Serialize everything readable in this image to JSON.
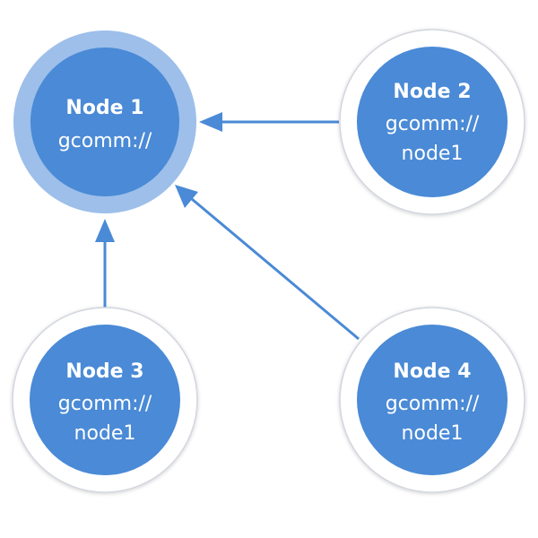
{
  "colors": {
    "node_fill": "#4a8ad6",
    "primary_ring": "#9dbfea",
    "outer_ring": "#ffffff",
    "ring_border": "#d2d6de",
    "arrow": "#4a8ad6"
  },
  "nodes": [
    {
      "id": "node1",
      "title": "Node 1",
      "line1": "gcomm://",
      "line2": "",
      "primary": true
    },
    {
      "id": "node2",
      "title": "Node 2",
      "line1": "gcomm://",
      "line2": "node1",
      "primary": false
    },
    {
      "id": "node3",
      "title": "Node 3",
      "line1": "gcomm://",
      "line2": "node1",
      "primary": false
    },
    {
      "id": "node4",
      "title": "Node 4",
      "line1": "gcomm://",
      "line2": "node1",
      "primary": false
    }
  ],
  "edges": [
    {
      "from": "node2",
      "to": "node1"
    },
    {
      "from": "node3",
      "to": "node1"
    },
    {
      "from": "node4",
      "to": "node1"
    }
  ]
}
